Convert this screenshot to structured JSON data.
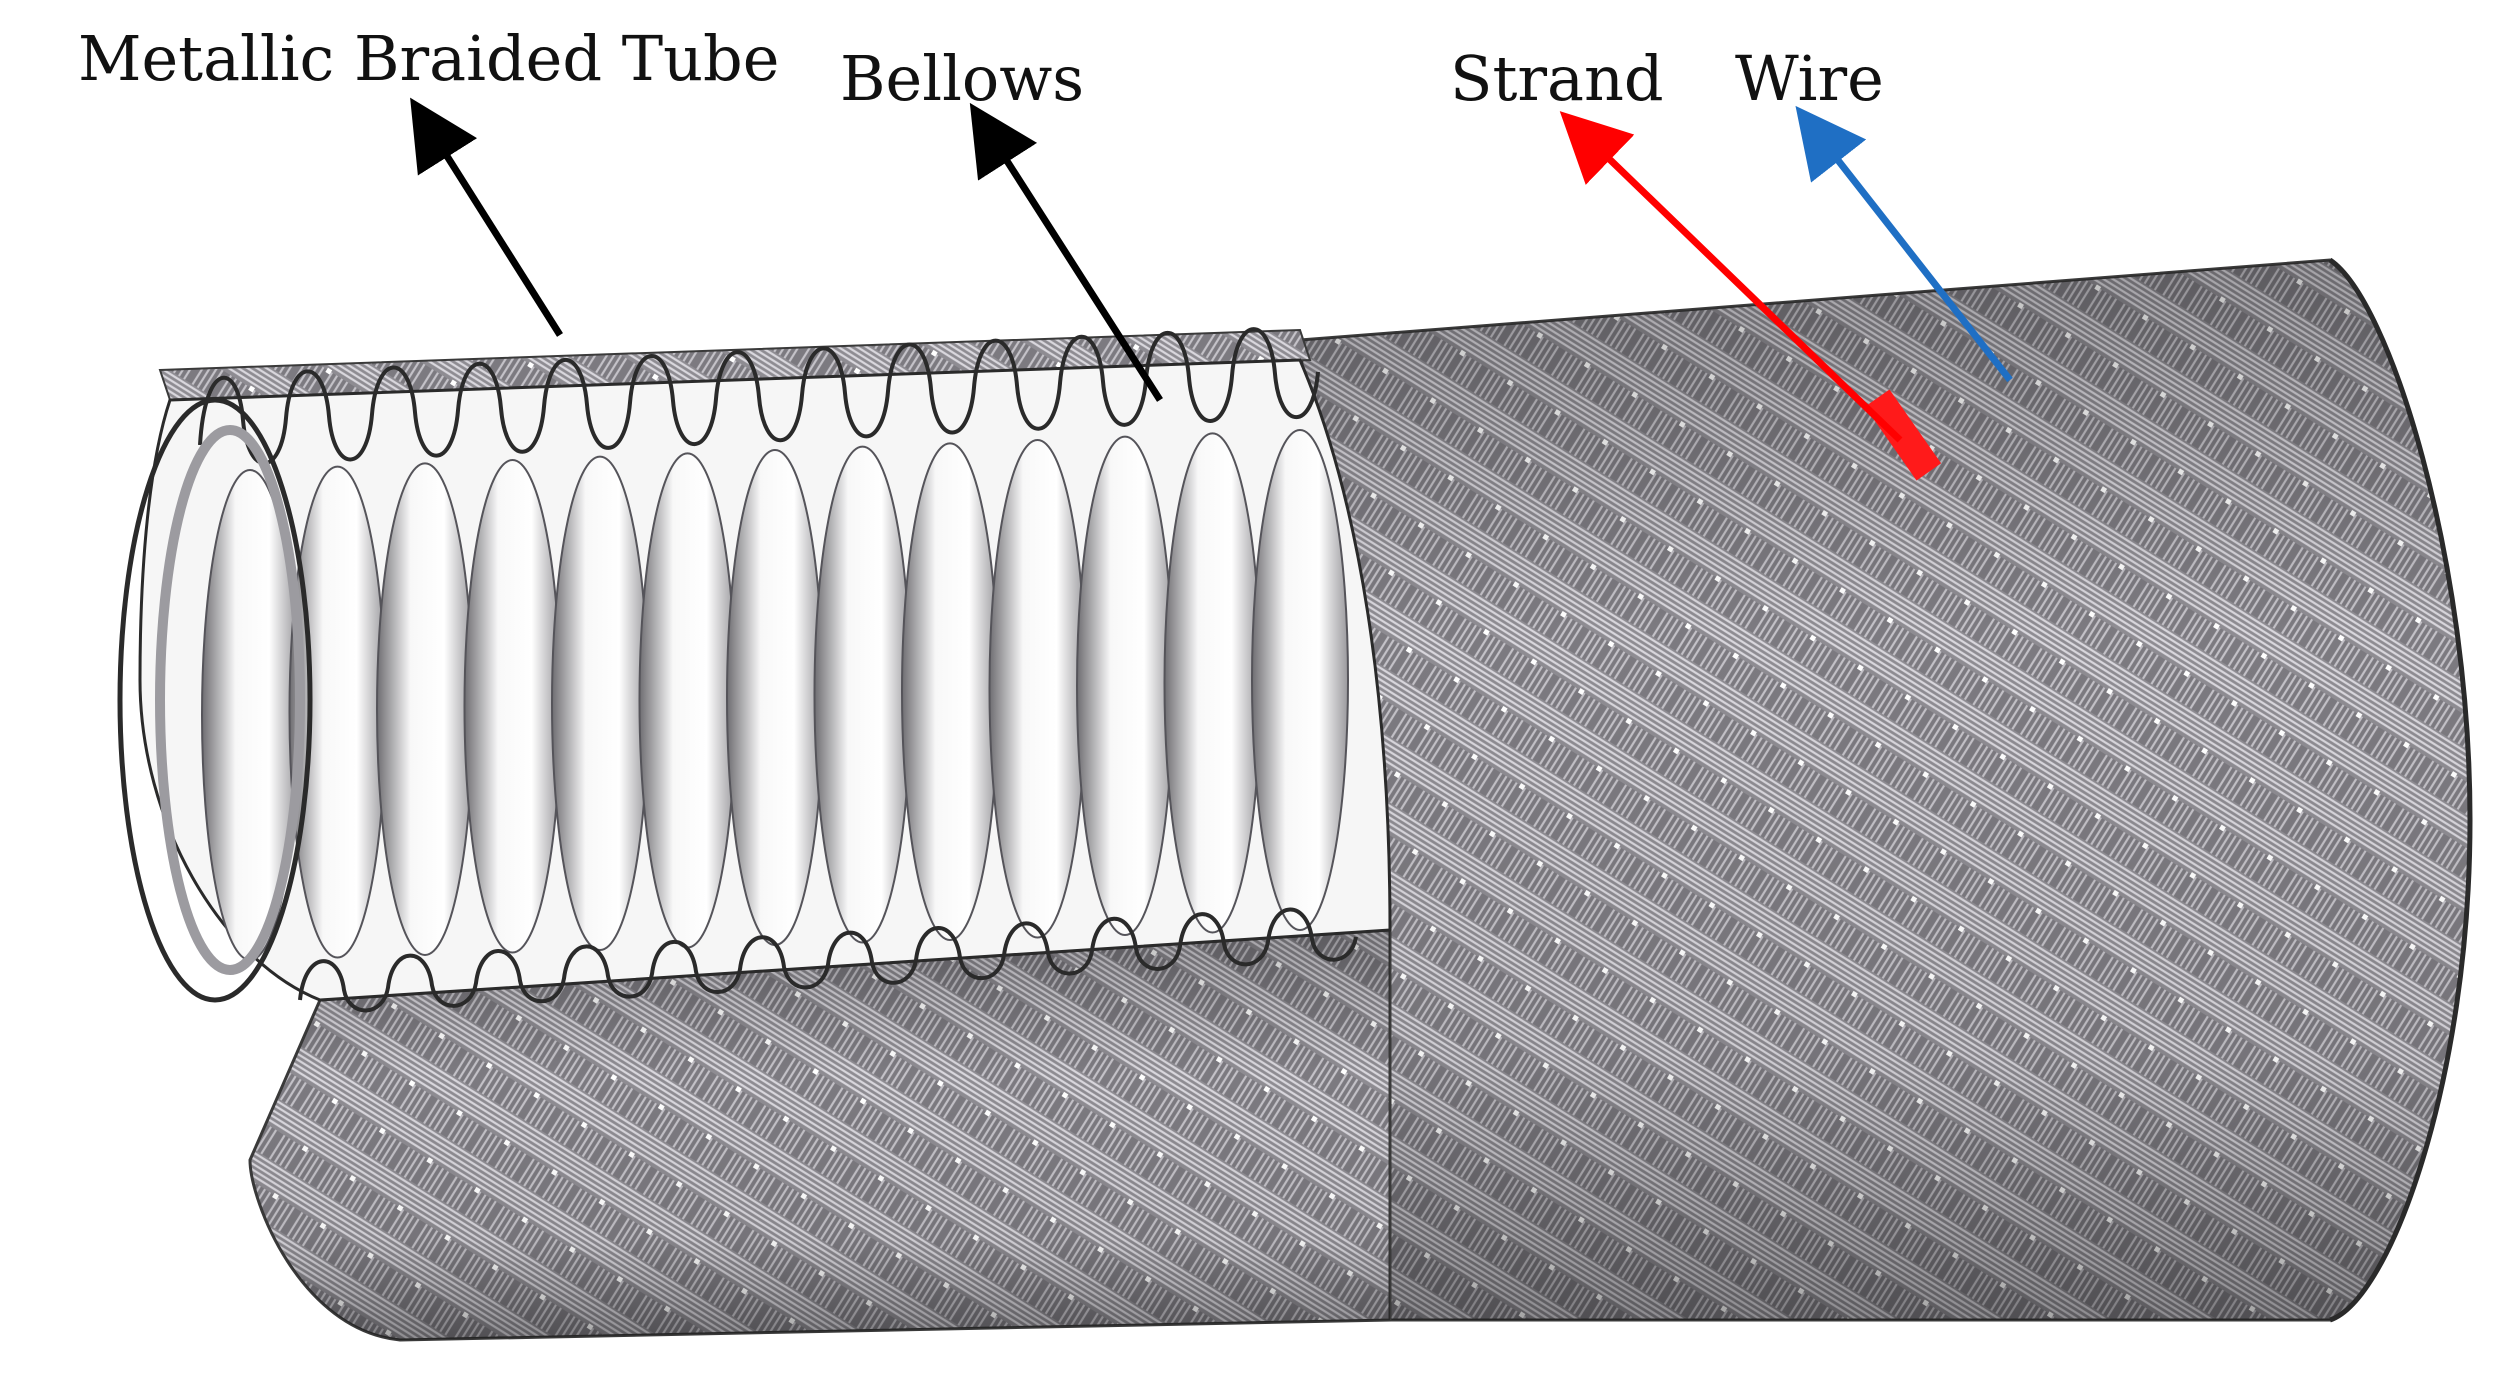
{
  "labels": {
    "braided_tube": "Metallic Braided Tube",
    "bellows": "Bellows",
    "strand": "Strand",
    "wire": "Wire"
  },
  "colors": {
    "braid_light": "#c9c7cd",
    "braid_dark": "#6f6d73",
    "bellows_light": "#f4f4f4",
    "bellows_shade": "#8b8a8e",
    "outline": "#2a2a2a",
    "arrow_black": "#000000",
    "arrow_strand": "#ff0000",
    "arrow_wire": "#1f6fc4"
  }
}
